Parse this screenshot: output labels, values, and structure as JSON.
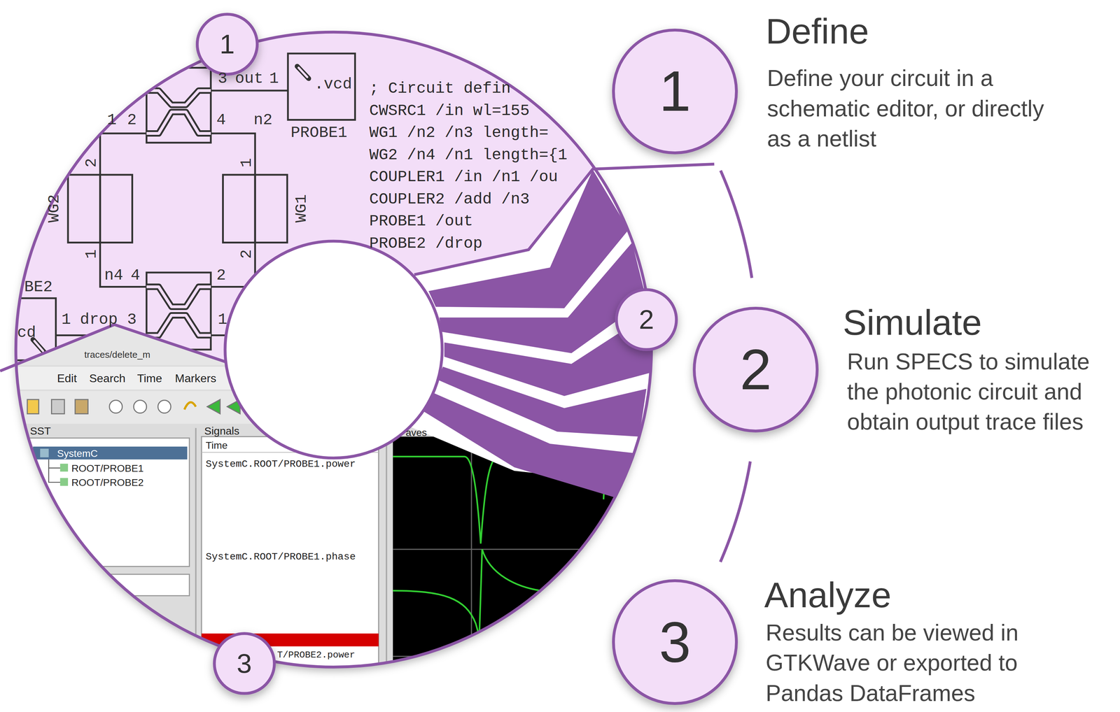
{
  "diagram": {
    "nodes": [
      {
        "text": [
          "1",
          "Define",
          "Define your circuit in a schematic editor, or directly as a netlist"
        ]
      },
      {
        "text": [
          "2",
          "Simulate",
          "Run SPECS to simulate the photonic circuit and obtain output trace files"
        ]
      },
      {
        "text": [
          "3",
          "Analyze",
          "Results can be viewed in GTKWave or exported to Pandas DataFrames"
        ]
      }
    ],
    "edges": [
      {
        "from": 0,
        "to": 1,
        "arrow": "none"
      },
      {
        "from": 1,
        "to": 2,
        "arrow": "none"
      }
    ],
    "labels": [
      "1",
      "2",
      "3",
      "3",
      "out",
      "1",
      ".vcd",
      "PROBE1",
      "1",
      "2",
      "4",
      "n2",
      "2",
      "WG2",
      "1",
      "WG1",
      "1",
      "2",
      "n4",
      "4",
      "2",
      "BE2",
      "1",
      "drop",
      "3",
      "1",
      "cd",
      "; Circuit defin",
      "CWSRC1 /in wl=155",
      "WG1 /n2 /n3 length=",
      "WG2 /n4 /n1 length={1",
      "COUPLER1 /in /n1 /ou",
      "COUPLER2 /add /n3",
      "PROBE1 /out",
      "PROBE2 /drop",
      "traces/delete_m",
      "Edit",
      "Search",
      "Time",
      "Markers",
      "SST",
      "Signals",
      "aves",
      "SystemC",
      "ROOT/PROBE1",
      "ROOT/PROBE2",
      "Time",
      "SystemC.ROOT/PROBE1.power",
      "SystemC.ROOT/PROBE1.phase",
      "T/PROBE2.power"
    ]
  }
}
